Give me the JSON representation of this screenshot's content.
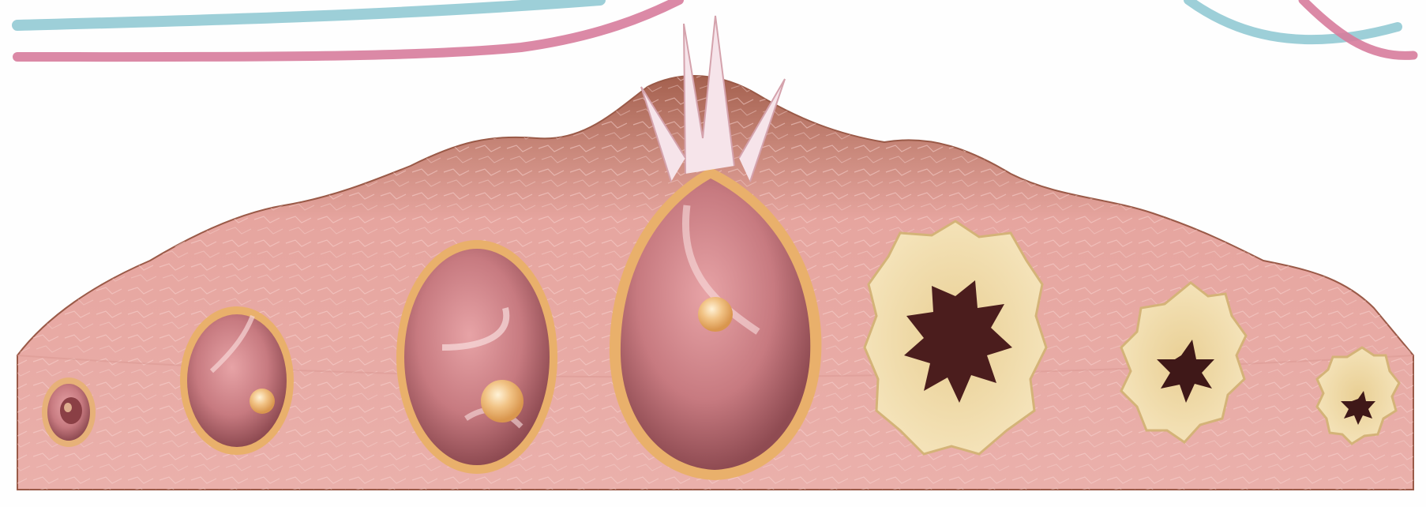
{
  "image": {
    "description_type": "medical-illustration",
    "stages": [
      {
        "name": "primordial-follicle"
      },
      {
        "name": "primary-follicle"
      },
      {
        "name": "secondary-follicle"
      },
      {
        "name": "ovulating-follicle"
      },
      {
        "name": "corpus-luteum"
      },
      {
        "name": "regressing-corpus-luteum"
      },
      {
        "name": "corpus-albicans"
      }
    ],
    "hormone_curves": [
      {
        "name": "blue-curve",
        "color": "#8cc7d1"
      },
      {
        "name": "pink-curve",
        "color": "#d77c9c"
      }
    ],
    "colors": {
      "tissue": "#e7a6a0",
      "tissue_dark": "#b06a58",
      "tissue_top": "#c88a78",
      "follicle_rim": "#e9b06b",
      "follicle_inner": "#c77a80",
      "oocyte": "#f1c284",
      "luteum": "#f2dca8",
      "luteum_cavity": "#4b1d1d",
      "background": "#fefefe"
    }
  }
}
